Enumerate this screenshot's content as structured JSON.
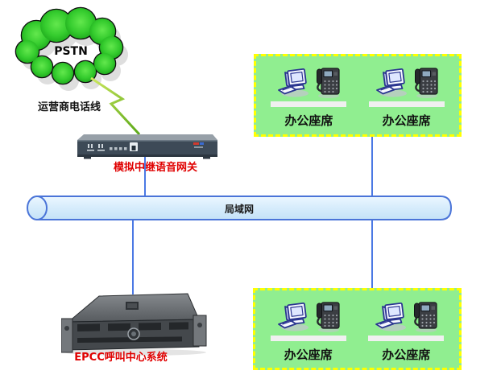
{
  "nodes": {
    "pstn": {
      "label": "PSTN"
    },
    "carrier_line": {
      "label": "运营商电话线"
    },
    "gateway": {
      "label": "模拟中继语音网关"
    },
    "lan": {
      "label": "局域网"
    },
    "server": {
      "label": "EPCC呼叫中心系统"
    }
  },
  "agent_groups": [
    {
      "position": "top-right",
      "seats": [
        "办公座席",
        "办公座席"
      ]
    },
    {
      "position": "bottom-right",
      "seats": [
        "办公座席",
        "办公座席"
      ]
    }
  ],
  "icons": {
    "cloud": "pstn-cloud-icon",
    "bolt": "phone-line-bolt-icon",
    "gateway_device": "voice-gateway-device-icon",
    "lan_pipe": "lan-cylinder-icon",
    "server_device": "rack-server-icon",
    "computer": "desktop-computer-icon",
    "phone": "ip-phone-icon"
  },
  "colors": {
    "cloud_green_light": "#63e84d",
    "cloud_green_dark": "#17a017",
    "box_green": "#90ee90",
    "box_border_yellow": "#ffff00",
    "connector_blue": "#4b79e4",
    "cylinder_fill": "#d8edfc",
    "cylinder_stroke": "#4a74d8",
    "label_red": "#e00000",
    "bolt_green": "#9ccc33"
  }
}
